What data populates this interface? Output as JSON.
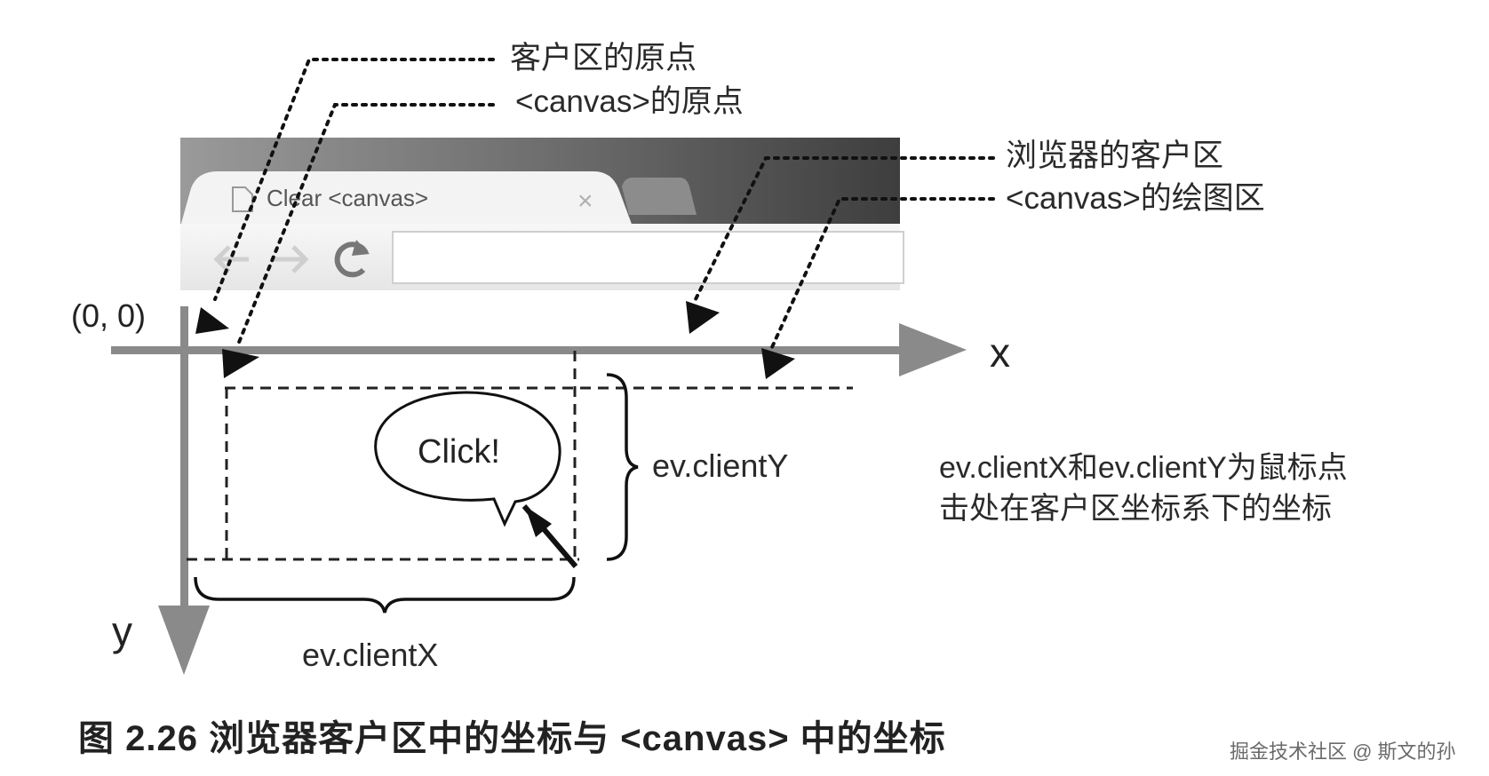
{
  "labels": {
    "client_origin": "客户区的原点",
    "canvas_origin": "<canvas>的原点",
    "client_area": "浏览器的客户区",
    "canvas_area": "<canvas>的绘图区",
    "origin": "(0, 0)",
    "x_axis": "x",
    "y_axis": "y",
    "client_y": "ev.clientY",
    "client_x": "ev.clientX",
    "click": "Click!"
  },
  "browser": {
    "tab_title": "Clear <canvas>",
    "close_glyph": "×"
  },
  "note": {
    "line1": "ev.clientX和ev.clientY为鼠标点",
    "line2": "击处在客户区坐标系下的坐标"
  },
  "caption": "图 2.26 浏览器客户区中的坐标与 <canvas> 中的坐标",
  "watermark": "掘金技术社区 @ 斯文的孙",
  "colors": {
    "axis": "#8a8a8a",
    "browser_frame": "#6e6e6e",
    "tab": "#f2f2f2",
    "toolbar": "#eeeeee"
  }
}
